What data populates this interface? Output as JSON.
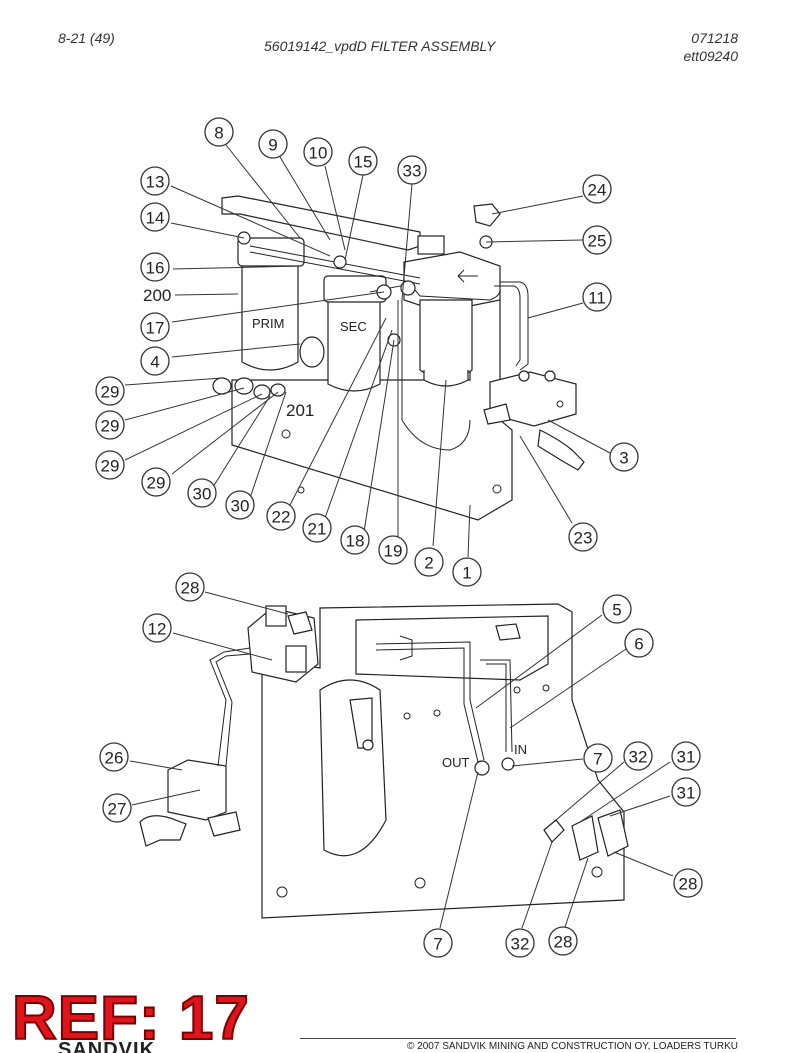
{
  "header": {
    "page_ref": "8-21 (49)",
    "title": "56019142_vpdD FILTER ASSEMBLY",
    "date_code": "071218",
    "drawing_code": "ett09240"
  },
  "diagram": {
    "labels": {
      "prim": "PRIM",
      "sec": "SEC",
      "label_200": "200",
      "label_201": "201",
      "out": "OUT",
      "in": "IN"
    },
    "upper_callouts": [
      "8",
      "9",
      "10",
      "15",
      "33",
      "13",
      "24",
      "14",
      "25",
      "16",
      "11",
      "17",
      "4",
      "29",
      "29",
      "3",
      "29",
      "29",
      "30",
      "30",
      "22",
      "21",
      "18",
      "19",
      "2",
      "1",
      "23"
    ],
    "lower_callouts": [
      "28",
      "12",
      "5",
      "6",
      "26",
      "7",
      "32",
      "31",
      "27",
      "31",
      "28",
      "7",
      "32",
      "28"
    ]
  },
  "stamp": {
    "text": "REF: 17",
    "color": "#e0141b"
  },
  "footer": {
    "logo_fragment": "SANDVIK",
    "copyright": "© 2007 SANDVIK MINING AND CONSTRUCTION OY, LOADERS TURKU"
  }
}
